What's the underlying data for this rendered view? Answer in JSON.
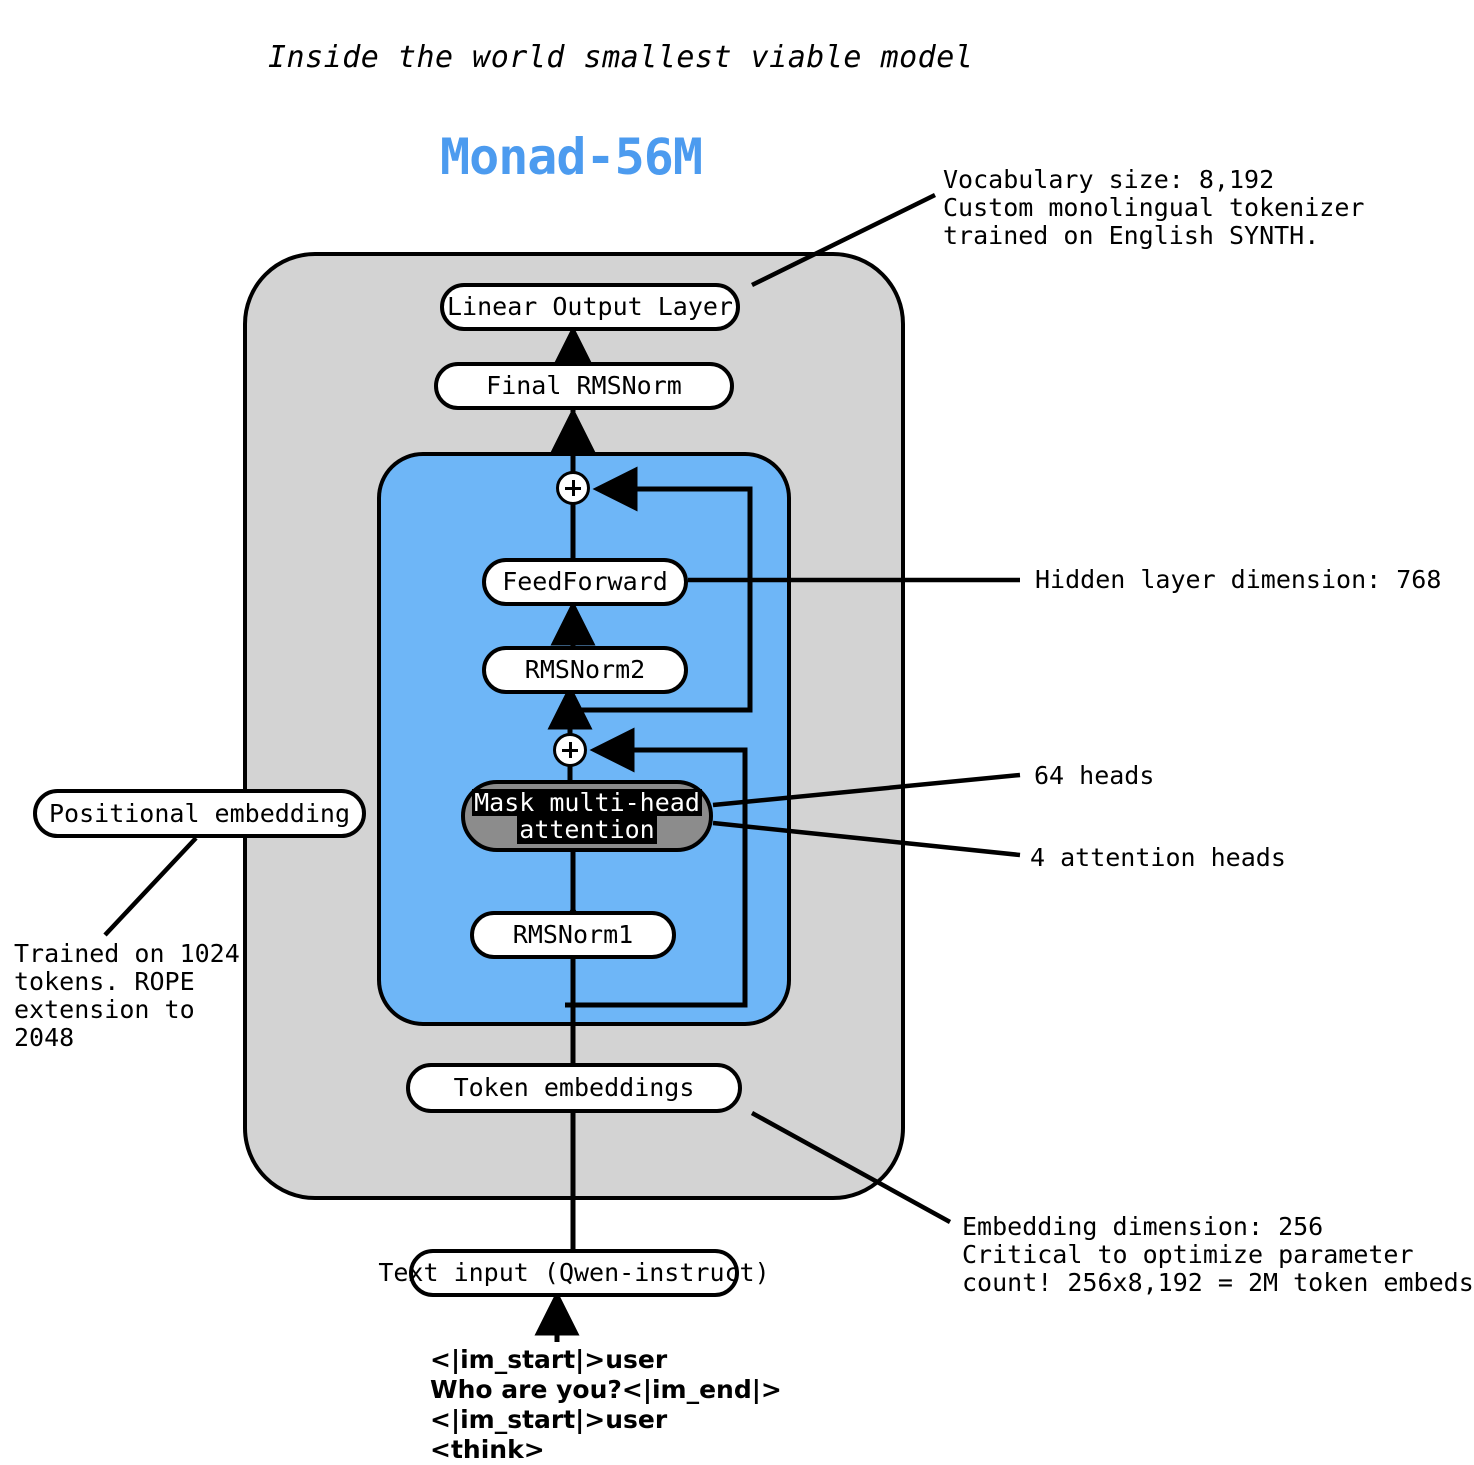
{
  "header": {
    "subtitle": "Inside the world smallest viable model",
    "model_name": "Monad-56M",
    "model_name_color": "#4C9BEF"
  },
  "colors": {
    "outer_container": "#d3d3d3",
    "transformer_block": "#6EB6F7",
    "attention_box": "#8c8c8c",
    "stroke": "#000000",
    "node_fill": "#ffffff"
  },
  "nodes": {
    "linear_output": "Linear Output Layer",
    "final_rmsnorm": "Final RMSNorm",
    "feedforward": "FeedForward",
    "rmsnorm2": "RMSNorm2",
    "attention_line1": "Mask multi-head",
    "attention_line2": "attention",
    "rmsnorm1": "RMSNorm1",
    "token_embeddings": "Token embeddings",
    "positional_embedding": "Positional embedding",
    "text_input": "Text input (Qwen-instruct)"
  },
  "annotations": {
    "vocabulary": "Vocabulary size: 8,192\nCustom monolingual tokenizer\ntrained on English SYNTH.",
    "hidden_dim": "Hidden layer dimension: 768",
    "heads_64": "64 heads",
    "attention_heads": "4 attention heads",
    "positional_note": "Trained on 1024\ntokens. ROPE\nextension to\n2048",
    "embedding_note": "Embedding dimension: 256\nCritical to optimize parameter\ncount! 256x8,192 = 2M token embeds"
  },
  "chat_template": "<|im_start|>user\nWho are you?<|im_end|>\n<|im_start|>user\n<think>"
}
